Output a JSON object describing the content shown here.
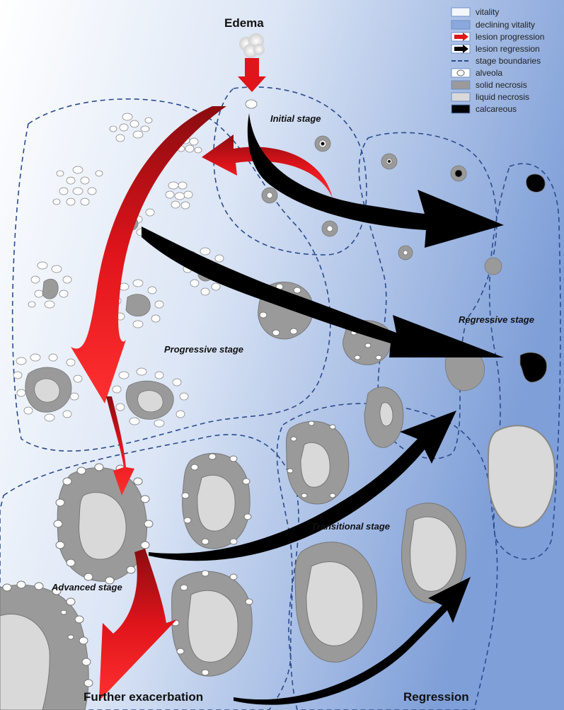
{
  "labels": {
    "edema": "Edema",
    "initial": "Initial stage",
    "progressive": "Progressive stage",
    "regressive": "Regressive stage",
    "transitional": "Transitional stage",
    "advanced": "Advanced stage",
    "further": "Further exacerbation",
    "regression": "Regression"
  },
  "legend": [
    {
      "key": "vitality",
      "label": "vitality"
    },
    {
      "key": "declining",
      "label": "declining vitality"
    },
    {
      "key": "progression",
      "label": "lesion progression"
    },
    {
      "key": "regressionArrow",
      "label": "lesion regression"
    },
    {
      "key": "boundaries",
      "label": "stage boundaries"
    },
    {
      "key": "alveola",
      "label": "alveola"
    },
    {
      "key": "solid",
      "label": "solid necrosis"
    },
    {
      "key": "liquid",
      "label": "liquid necrosis"
    },
    {
      "key": "calcareous",
      "label": "calcareous"
    }
  ],
  "colors": {
    "vitality": "#f3f6fc",
    "declining": "#8aa8dc",
    "progression": "#e0141b",
    "regression": "#000000",
    "boundary": "#2b4c8c",
    "solid": "#9a9a9a",
    "liquid": "#d9d9d9",
    "calcareous": "#000000"
  }
}
